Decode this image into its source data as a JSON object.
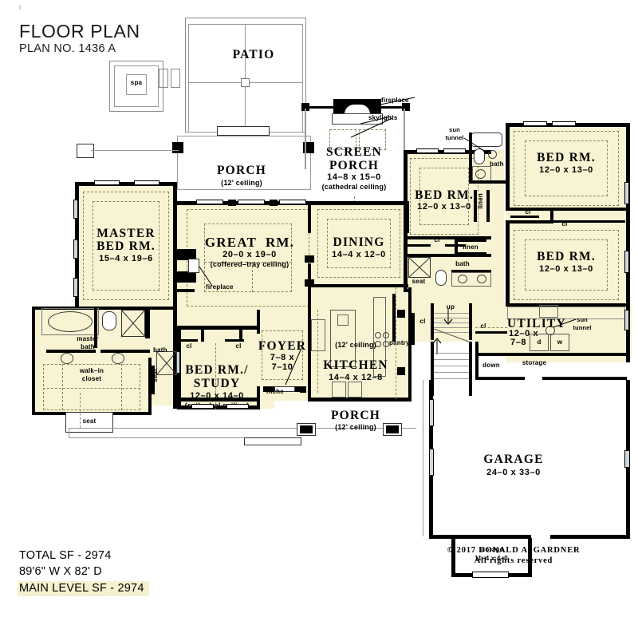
{
  "header": {
    "title": "FLOOR PLAN",
    "plan_no": "PLAN NO. 1436 A",
    "corner_mark": "r"
  },
  "footer": {
    "total_sf": "TOTAL SF - 2974",
    "dimensions": "89'6\" W X 82' D",
    "main_level_sf": "MAIN LEVEL SF - 2974",
    "highlight_color": "#f6f1cf"
  },
  "colors": {
    "room_fill": "#f8f3d2",
    "wall": "#000000",
    "thin_line": "#6e6e6e",
    "dashed": "#8b8560",
    "window_glass": "#cfd6dd",
    "page": "#ffffff"
  },
  "copyright": {
    "line1": "© 2017  DONALD A.  GARDNER",
    "line2": "All rights  reserved"
  },
  "rooms": [
    {
      "id": "patio",
      "name": "PATIO",
      "dim": "",
      "ceiling": ""
    },
    {
      "id": "porch_rear",
      "name": "PORCH",
      "dim": "",
      "ceiling": "(12' ceiling)"
    },
    {
      "id": "screen_porch",
      "name": "SCREEN\nPORCH",
      "dim": "14–8  x  15–0",
      "ceiling": "(cathedral  ceiling)"
    },
    {
      "id": "master_bed",
      "name": "MASTER\nBED RM.",
      "dim": "15–4  x  19–6",
      "ceiling": ""
    },
    {
      "id": "great_room",
      "name": "GREAT  RM.",
      "dim": "20–0  x  19–0",
      "ceiling": "(coffered–tray  ceiling)"
    },
    {
      "id": "dining",
      "name": "DINING",
      "dim": "14–4  x  12–0",
      "ceiling": ""
    },
    {
      "id": "kitchen",
      "name": "KITCHEN",
      "dim": "14–4  x  12–8",
      "ceiling": "(12'  ceiling)"
    },
    {
      "id": "foyer",
      "name": "FOYER",
      "dim": "7–8  x\n7–10",
      "ceiling": ""
    },
    {
      "id": "bed_study",
      "name": "BED RM./\nSTUDY",
      "dim": "12–0  x  14–0",
      "ceiling": "(cathedral  ceiling)"
    },
    {
      "id": "bed2",
      "name": "BED RM.",
      "dim": "12–0  x  13–0",
      "ceiling": ""
    },
    {
      "id": "bed3",
      "name": "BED RM.",
      "dim": "12–0  x  13–0",
      "ceiling": ""
    },
    {
      "id": "bed4",
      "name": "BED RM.",
      "dim": "12–0  x  13–0",
      "ceiling": ""
    },
    {
      "id": "utility",
      "name": "UTILITY",
      "dim": "12–0  x\n7–8",
      "ceiling": ""
    },
    {
      "id": "garage",
      "name": "GARAGE",
      "dim": "24–0  x  33–0",
      "ceiling": ""
    },
    {
      "id": "porch_front",
      "name": "PORCH",
      "dim": "",
      "ceiling": "(12' ceiling)"
    },
    {
      "id": "storage_rear",
      "name": "storage",
      "dim": "11–4  x  4–0",
      "ceiling": ""
    }
  ],
  "labels": {
    "spa": "spa",
    "fireplace_screen": "fireplace",
    "skylights": "skylights",
    "fireplace_great": "fireplace",
    "sun_tunnel_bath": "sun\ntunnel",
    "sun_tunnel_utility": "sun\ntunnel",
    "bath_upper": "bath",
    "bath_mid": "bath",
    "bath_master": "bath",
    "master_bath": "master\nbath",
    "walk_in_closet": "walk–in\ncloset",
    "seat": "seat",
    "linen": "linen",
    "cl": "cl",
    "pantry": "pantry",
    "up": "up",
    "down": "down",
    "niche": "niche",
    "storage_garage": "storage",
    "dryer": "d",
    "washer": "w"
  },
  "annotations": {
    "sun_tunnel_lines": 2,
    "fireplace_leaders": 2,
    "skylight_leaders": 2
  }
}
